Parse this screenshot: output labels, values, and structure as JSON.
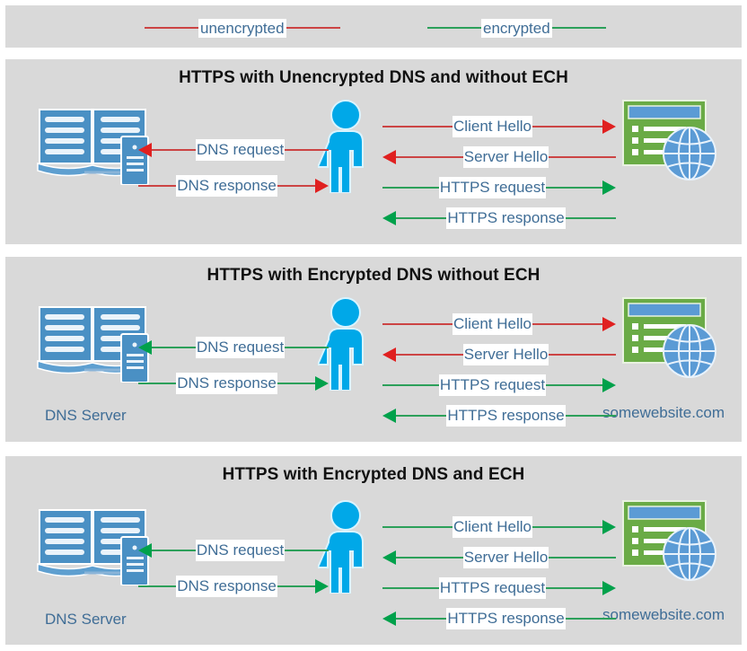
{
  "legend": {
    "items": [
      {
        "label": "unencrypted",
        "color": "#cc4444"
      },
      {
        "label": "encrypted",
        "color": "#2ca05a"
      }
    ]
  },
  "colors": {
    "panel_background": "#d9d9d9",
    "page_background": "#ffffff",
    "unencrypted": "#cc4444",
    "encrypted": "#2ca05a",
    "arrow_unencrypted": "#e02020",
    "arrow_encrypted": "#00a14b",
    "label_text": "#3f6d96",
    "title_text": "#111111",
    "user_icon": "#00a8e8",
    "dns_icon": "#4a90c4",
    "website_window": "#6aab46",
    "website_titlebar": "#5b9bd5",
    "globe": "#5b9bd5"
  },
  "nodes": {
    "dns_server_label": "DNS Server",
    "user_icon_name": "person-icon",
    "website_label": "somewebsite.com"
  },
  "panels": [
    {
      "title": "HTTPS with Unencrypted DNS and without ECH",
      "dns_messages": [
        {
          "label": "DNS request",
          "direction": "left",
          "encrypted": false
        },
        {
          "label": "DNS response",
          "direction": "right",
          "encrypted": false
        }
      ],
      "web_messages": [
        {
          "label": "Client Hello",
          "direction": "right",
          "encrypted": false
        },
        {
          "label": "Server Hello",
          "direction": "left",
          "encrypted": false
        },
        {
          "label": "HTTPS request",
          "direction": "right",
          "encrypted": true
        },
        {
          "label": "HTTPS response",
          "direction": "left",
          "encrypted": true
        }
      ]
    },
    {
      "title": "HTTPS with Encrypted DNS without ECH",
      "dns_messages": [
        {
          "label": "DNS request",
          "direction": "left",
          "encrypted": true
        },
        {
          "label": "DNS response",
          "direction": "right",
          "encrypted": true
        }
      ],
      "web_messages": [
        {
          "label": "Client Hello",
          "direction": "right",
          "encrypted": false
        },
        {
          "label": "Server Hello",
          "direction": "left",
          "encrypted": false
        },
        {
          "label": "HTTPS request",
          "direction": "right",
          "encrypted": true
        },
        {
          "label": "HTTPS response",
          "direction": "left",
          "encrypted": true
        }
      ]
    },
    {
      "title": "HTTPS with Encrypted DNS and ECH",
      "dns_messages": [
        {
          "label": "DNS request",
          "direction": "left",
          "encrypted": true
        },
        {
          "label": "DNS response",
          "direction": "right",
          "encrypted": true
        }
      ],
      "web_messages": [
        {
          "label": "Client Hello",
          "direction": "right",
          "encrypted": true
        },
        {
          "label": "Server Hello",
          "direction": "left",
          "encrypted": true
        },
        {
          "label": "HTTPS request",
          "direction": "right",
          "encrypted": true
        },
        {
          "label": "HTTPS response",
          "direction": "left",
          "encrypted": true
        }
      ]
    }
  ]
}
